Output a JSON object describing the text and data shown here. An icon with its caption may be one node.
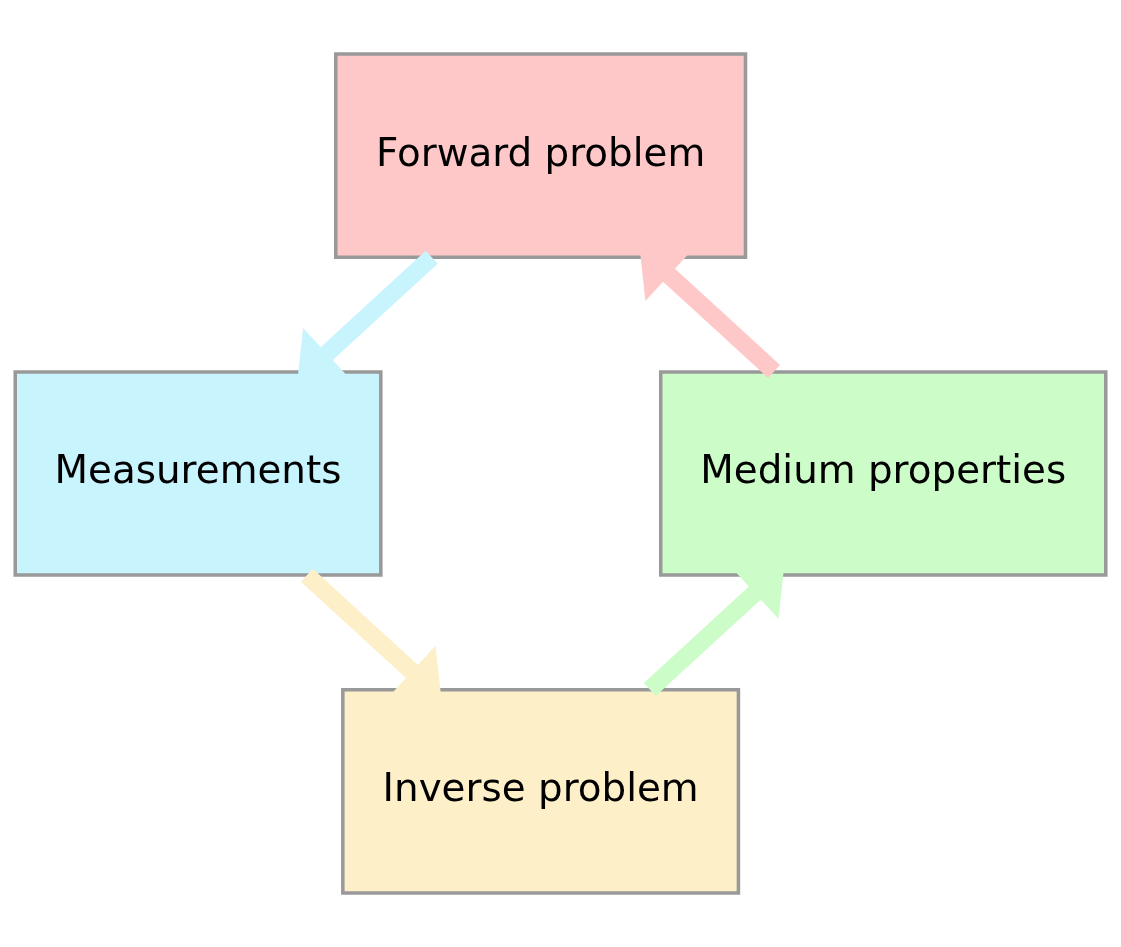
{
  "diagram": {
    "nodes": [
      {
        "text": [
          "Forward problem"
        ]
      },
      {
        "text": [
          "Measurements"
        ]
      },
      {
        "text": [
          "Inverse problem"
        ]
      },
      {
        "text": [
          "Medium properties"
        ]
      }
    ],
    "edges": [
      {
        "from": 0,
        "to": 1,
        "arrow": "to",
        "color": "#c8f4fe"
      },
      {
        "from": 1,
        "to": 2,
        "arrow": "to",
        "color": "#fdefc8"
      },
      {
        "from": 2,
        "to": 3,
        "arrow": "to",
        "color": "#ccfcc8"
      },
      {
        "from": 3,
        "to": 0,
        "arrow": "to",
        "color": "#ffc8c8"
      }
    ]
  }
}
